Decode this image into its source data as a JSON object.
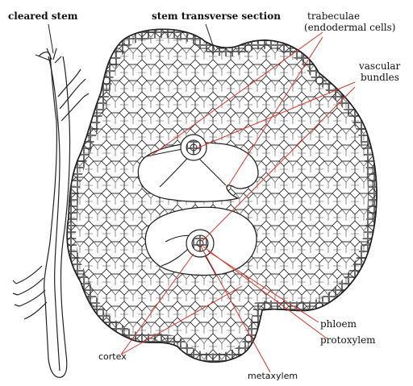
{
  "labels": {
    "cleared_stem": "cleared stem",
    "stem_transverse_section": "stem transverse section",
    "trabeculae_line1": "trabeculae",
    "trabeculae_line2": "(endodermal cells)",
    "vascular_line1": "vascular",
    "vascular_line2": "bundles",
    "phloem": "phloem",
    "protoxylem": "protoxylem",
    "cortex": "cortex",
    "metaxylem": "metaxylem"
  },
  "colors": {
    "leader_lines": "#d9342b",
    "ink": "#222222",
    "background": "#ffffff"
  }
}
